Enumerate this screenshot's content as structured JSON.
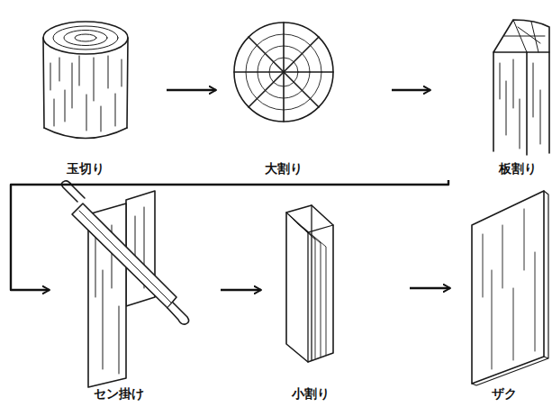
{
  "diagram": {
    "nodes": [
      {
        "text": [
          "玉切り"
        ]
      },
      {
        "text": [
          "大割り"
        ]
      },
      {
        "text": [
          "板割り"
        ]
      },
      {
        "text": [
          "セン掛け"
        ]
      },
      {
        "text": [
          "小割り"
        ]
      },
      {
        "text": [
          "ザク"
        ]
      }
    ],
    "edges": [
      {
        "from": 0,
        "to": 1,
        "arrow": "to"
      },
      {
        "from": 1,
        "to": 2,
        "arrow": "to"
      },
      {
        "from": 2,
        "to": 3,
        "arrow": "to"
      },
      {
        "from": 3,
        "to": 4,
        "arrow": "to"
      },
      {
        "from": 4,
        "to": 5,
        "arrow": "to"
      }
    ]
  }
}
